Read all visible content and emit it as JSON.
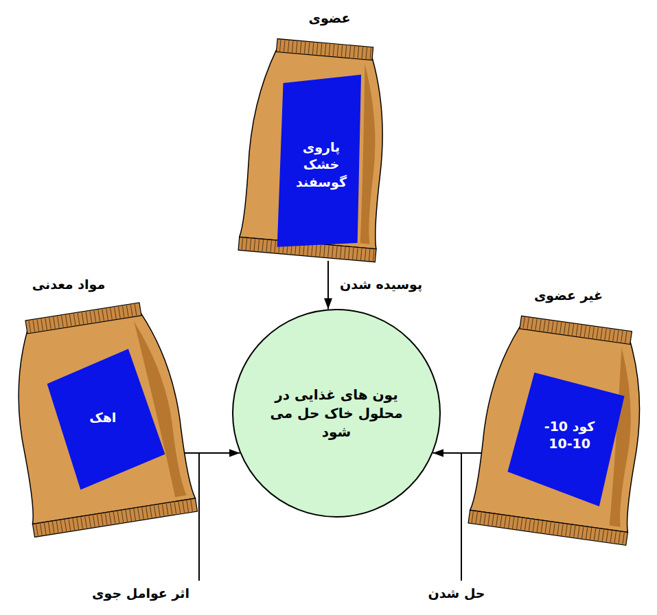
{
  "diagram": {
    "nodes": [
      {
        "text": [
          "عضوی",
          "پاروی خشک گوسفند"
        ]
      },
      {
        "text": [
          "مواد معدنی",
          "اهک"
        ]
      },
      {
        "text": [
          "غیر عضوی",
          "کود 10-10-10"
        ]
      },
      {
        "text": [
          "یون های غذایی در محلول خاک حل می شود"
        ]
      }
    ],
    "edges": [
      {
        "from": 0,
        "to": 3,
        "arrow": "to",
        "label": "پوسیده شدن"
      },
      {
        "from": 1,
        "to": 3,
        "arrow": "to",
        "label": "اثر عوامل جوی"
      },
      {
        "from": 2,
        "to": 3,
        "arrow": "to",
        "label": "حل شدن"
      }
    ]
  }
}
